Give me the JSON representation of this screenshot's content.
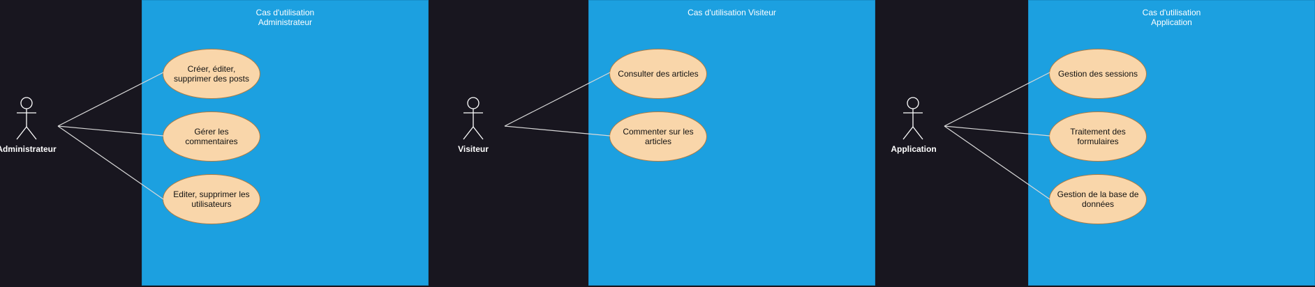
{
  "sections": [
    {
      "title": "Cas d'utilisation\nAdministrateur",
      "actor": "Administrateur",
      "use_cases": [
        "Créer, éditer, supprimer des posts",
        "Gérer les commentaires",
        "Editer, supprimer les utilisateurs"
      ]
    },
    {
      "title": "Cas d'utilisation Visiteur",
      "actor": "Visiteur",
      "use_cases": [
        "Consulter des articles",
        "Commenter sur les articles"
      ]
    },
    {
      "title": "Cas d'utilisation\nApplication",
      "actor": "Application",
      "use_cases": [
        "Gestion des sessions",
        "Traitement des formulaires",
        "Gestion de la base de données"
      ]
    }
  ],
  "colors": {
    "background": "#18161f",
    "system_fill": "#1ca0e0",
    "use_case_fill": "#f9d6aa",
    "use_case_stroke": "#b07a3e",
    "line": "#d9d9d9"
  }
}
